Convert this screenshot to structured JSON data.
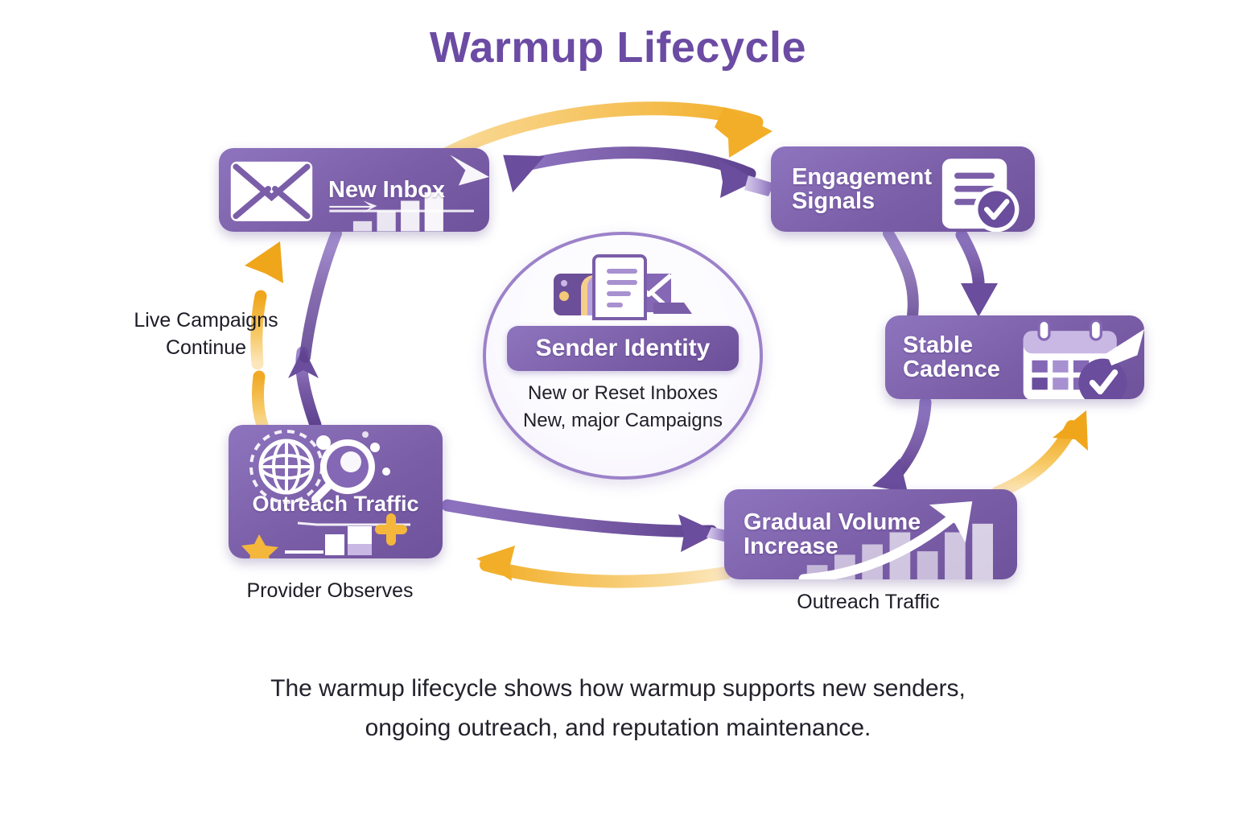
{
  "title": "Warmup Lifecycle",
  "theme": {
    "node_purple": "#7B5EA8",
    "node_purple_light": "#8E74BE",
    "arrow_purple": "#7253A8",
    "arrow_amber": "#F2B134",
    "title_color": "#6B4BA3",
    "text_color": "#23222C",
    "background": "#FFFFFF"
  },
  "hub": {
    "badge_label": "Sender Identity",
    "sub_line_1": "New or Reset Inboxes",
    "sub_line_2": "New, major Campaigns",
    "icon": "documents-and-mail-icon"
  },
  "nodes": [
    {
      "id": "new-inbox",
      "label": "New Inbox",
      "icon": "envelope-and-bar-chart-icon"
    },
    {
      "id": "engagement",
      "label": "Engagement\nSignals",
      "icon": "document-check-icon"
    },
    {
      "id": "stable",
      "label": "Stable\nCadence",
      "icon": "calendar-check-arrow-icon"
    },
    {
      "id": "gradual",
      "label": "Gradual Volume\nIncrease",
      "icon": "rising-bar-chart-arrow-icon"
    },
    {
      "id": "outreach",
      "label": "Outreach Traffic",
      "icon": "globe-magnifier-star-icon"
    }
  ],
  "edge_labels": [
    {
      "id": "live-campaigns",
      "text": "Live Campaigns\nContinue"
    },
    {
      "id": "provider",
      "text": "Provider Observes"
    },
    {
      "id": "outreach-traffic",
      "text": "Outreach Traffic"
    }
  ],
  "caption": "The warmup lifecycle shows how warmup supports new senders,\nongoing outreach, and reputation maintenance."
}
